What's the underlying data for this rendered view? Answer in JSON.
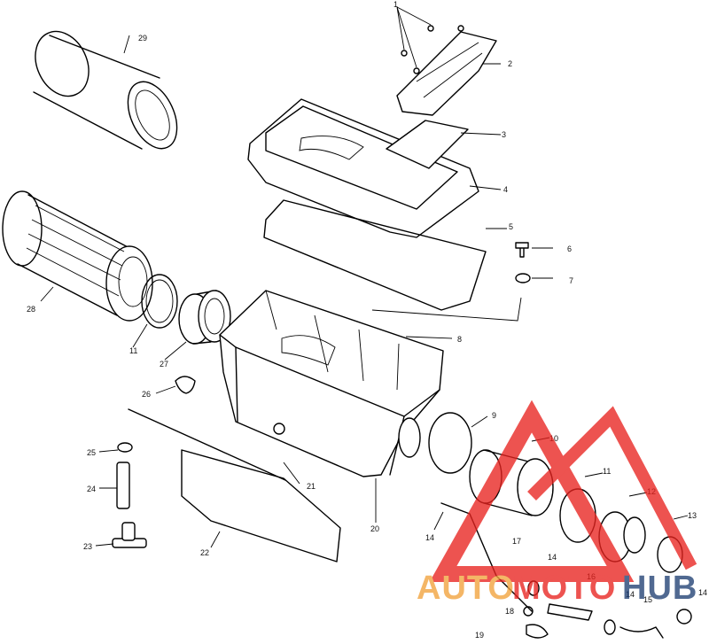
{
  "labels": [
    "1",
    "2",
    "3",
    "4",
    "5",
    "6",
    "7",
    "8",
    "9",
    "10",
    "11",
    "12",
    "13",
    "14",
    "14",
    "14",
    "14",
    "15",
    "16",
    "17",
    "18",
    "19",
    "20",
    "21",
    "22",
    "23",
    "24",
    "25",
    "26",
    "27",
    "28",
    "11",
    "29"
  ],
  "watermark": {
    "auto": "AUTO",
    "moto": "MOTO",
    "hub": "HUB",
    "color_red": "#e8231f",
    "color_orange": "#f2a23c",
    "color_blue": "#1f3f73"
  }
}
